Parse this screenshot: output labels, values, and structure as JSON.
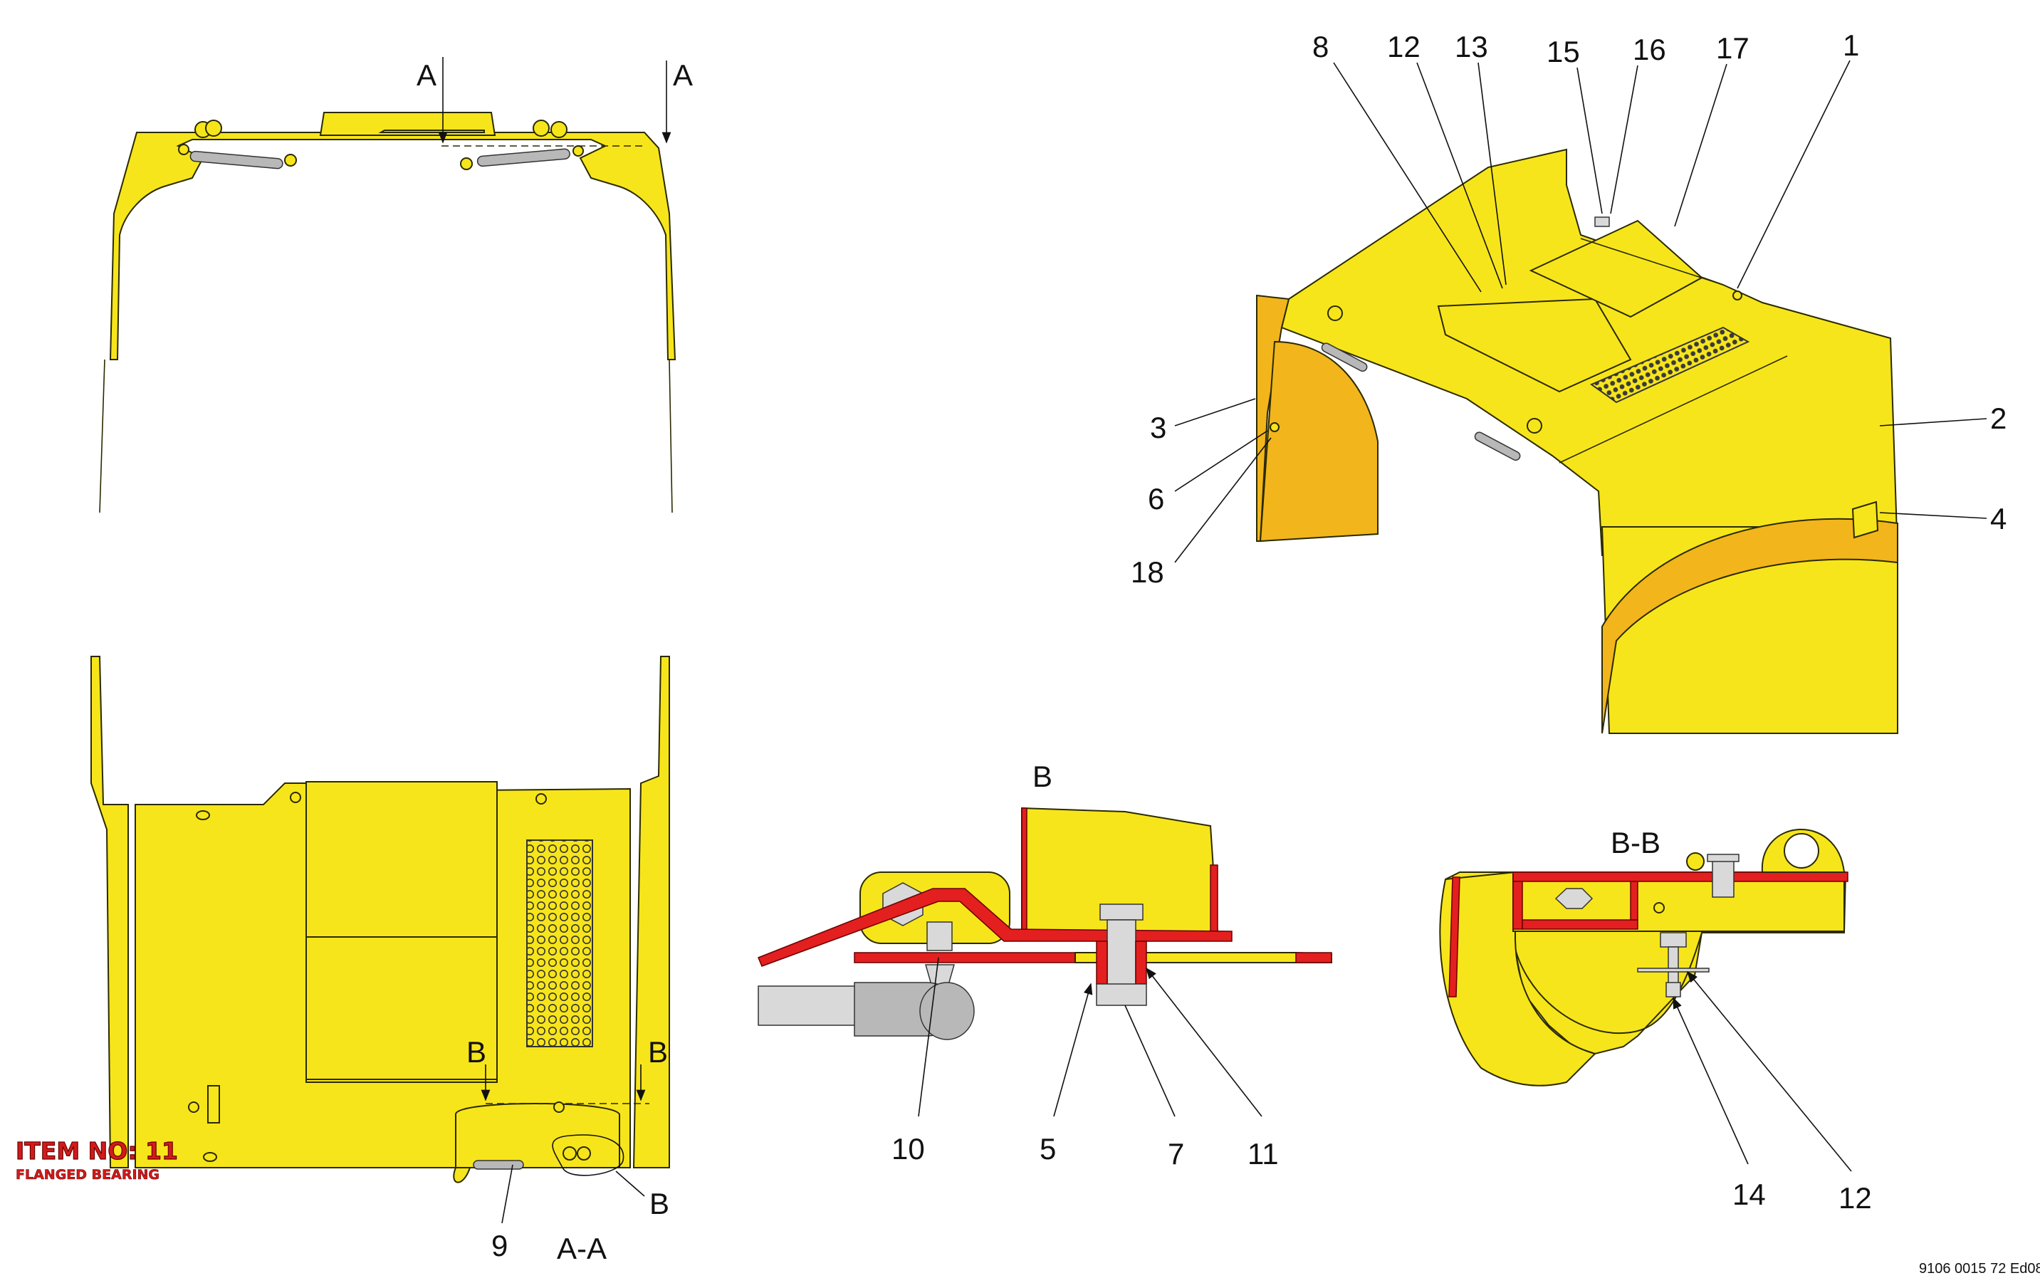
{
  "section_labels": {
    "a_left": "A",
    "a_right": "A",
    "aa": "A-A",
    "b_left": "B",
    "b_right": "B",
    "b_detail_marker": "B",
    "b_detail_title": "B",
    "bb": "B-B"
  },
  "iso_callouts": [
    "8",
    "12",
    "13",
    "15",
    "16",
    "17",
    "1",
    "2",
    "3",
    "6",
    "18",
    "4"
  ],
  "plan_callouts": [
    "9"
  ],
  "detail_b_callouts": [
    "10",
    "5",
    "7",
    "11"
  ],
  "section_bb_callouts": [
    "14",
    "12"
  ],
  "item_note": {
    "title": "ITEM NO: 11",
    "subtitle": "FLANGED BEARING"
  },
  "doc_ref": "9106 0015 72 Ed08",
  "colors": {
    "panel_yellow": "#f7e51b",
    "panel_shadow": "#f2b51c",
    "section_red": "#e31f1f",
    "note_red": "#d21a1a"
  }
}
